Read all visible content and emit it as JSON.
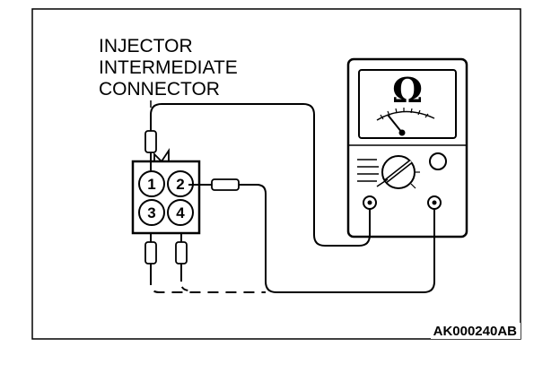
{
  "connector_label": {
    "line1": "INJECTOR",
    "line2": "INTERMEDIATE",
    "line3": "CONNECTOR"
  },
  "meter": {
    "unit_symbol": "Ω"
  },
  "pins": [
    "1",
    "2",
    "3",
    "4"
  ],
  "figure_code": "AK000240AB"
}
